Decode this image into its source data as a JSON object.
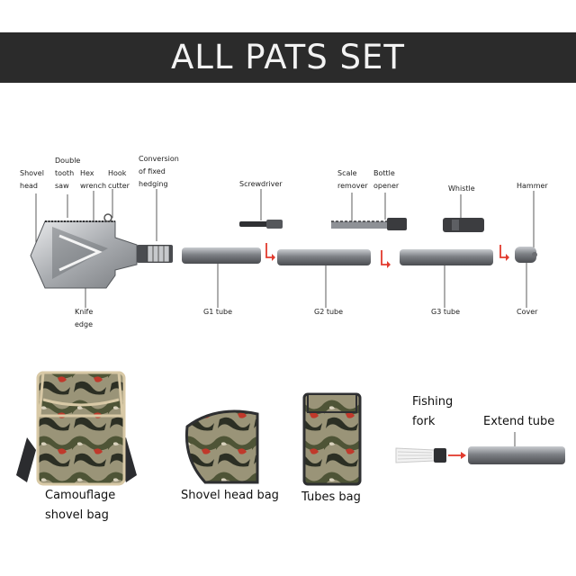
{
  "banner": {
    "title": "ALL PATS SET",
    "bg_color": "#2b2b2b",
    "text_color": "#f3f3f3"
  },
  "labels": {
    "shovel_head": [
      "Shovel",
      "head"
    ],
    "double_tooth_saw": [
      "Double",
      "tooth",
      "saw"
    ],
    "hex_wrench": [
      "Hex",
      "wrench"
    ],
    "hook_cutter": [
      "Hook",
      "cutter"
    ],
    "conversion": [
      "Conversion",
      "of fixed",
      "hedging"
    ],
    "screwdriver": "Screwdriver",
    "scale_remover": [
      "Scale",
      "remover"
    ],
    "bottle_opener": [
      "Bottle",
      "opener"
    ],
    "whistle": "Whistle",
    "hammer": "Hammer",
    "knife_edge": [
      "Knife",
      "edge"
    ],
    "g1_tube": "G1 tube",
    "g2_tube": "G2 tube",
    "g3_tube": "G3 tube",
    "cover": "Cover"
  },
  "bags": {
    "camouflage": [
      "Camouflage",
      "shovel bag"
    ],
    "shovel_head_bag": "Shovel head bag",
    "tubes_bag": "Tubes bag"
  },
  "accessories": {
    "fishing_fork": [
      "Fishing",
      "fork"
    ],
    "extend_tube": "Extend tube"
  },
  "colors": {
    "accent_arrow": "#e23b2e",
    "metal": "#8a8d92",
    "dark_metal": "#3a3b3e",
    "camo_trim": "#d8c9a6"
  }
}
